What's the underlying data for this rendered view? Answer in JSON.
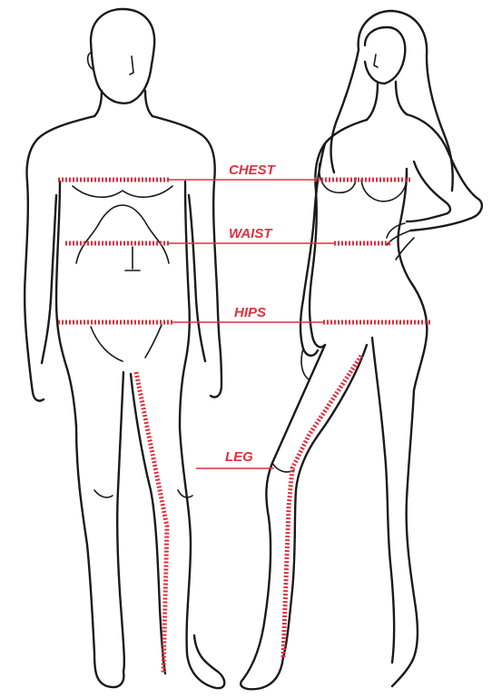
{
  "labels": {
    "chest": "CHEST",
    "waist": "WAIST",
    "hips": "HIPS",
    "leg": "LEG"
  },
  "colors": {
    "accent": "#e0303f",
    "outline": "#1a1a1a",
    "background": "#ffffff"
  }
}
